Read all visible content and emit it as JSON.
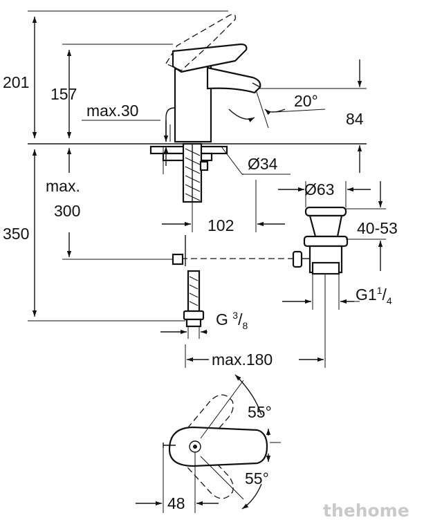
{
  "dimensions": {
    "total_height": "201",
    "spout_height": "157",
    "max_30": "max.30",
    "angle_20": "20°",
    "outlet_height": "84",
    "hole_diameter": "Ø34",
    "waste_diameter": "Ø63",
    "max_label": "max.",
    "max_300": "300",
    "under_height": "350",
    "offset_102": "102",
    "waste_range": "40-53",
    "waste_thread_main": "G1",
    "waste_thread_num": "1",
    "waste_thread_sep": "/",
    "waste_thread_den": "4",
    "supply_thread_main": "G ",
    "supply_thread_num": "3",
    "supply_thread_sep": "/",
    "supply_thread_den": "8",
    "max_180": "max.180",
    "angle_top": "55°",
    "angle_bottom": "55°",
    "lever_48": "48"
  },
  "watermark": "thehome"
}
